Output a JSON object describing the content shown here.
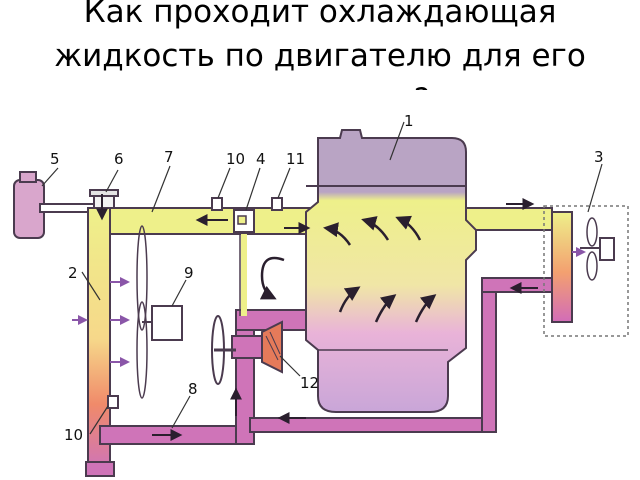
{
  "title": "Как проходит охлаждающая жидкость по двигателю для его охлаждения?",
  "diagram": {
    "labels": [
      "1",
      "2",
      "3",
      "4",
      "5",
      "6",
      "7",
      "8",
      "9",
      "10",
      "11",
      "10",
      "12"
    ],
    "colors": {
      "jacket_top": "#b9a4c4",
      "jacket_mid": "#eef08a",
      "jacket_bottom": "#d8a6d0",
      "hot_pipe": "#e8ef7a",
      "cold_pipe": "#cf74b8",
      "radiator_hot": "#f08a6a",
      "outline": "#4b3b4f",
      "arrow": "#2a1f2e",
      "flow_arrow": "#8a56a8"
    }
  }
}
